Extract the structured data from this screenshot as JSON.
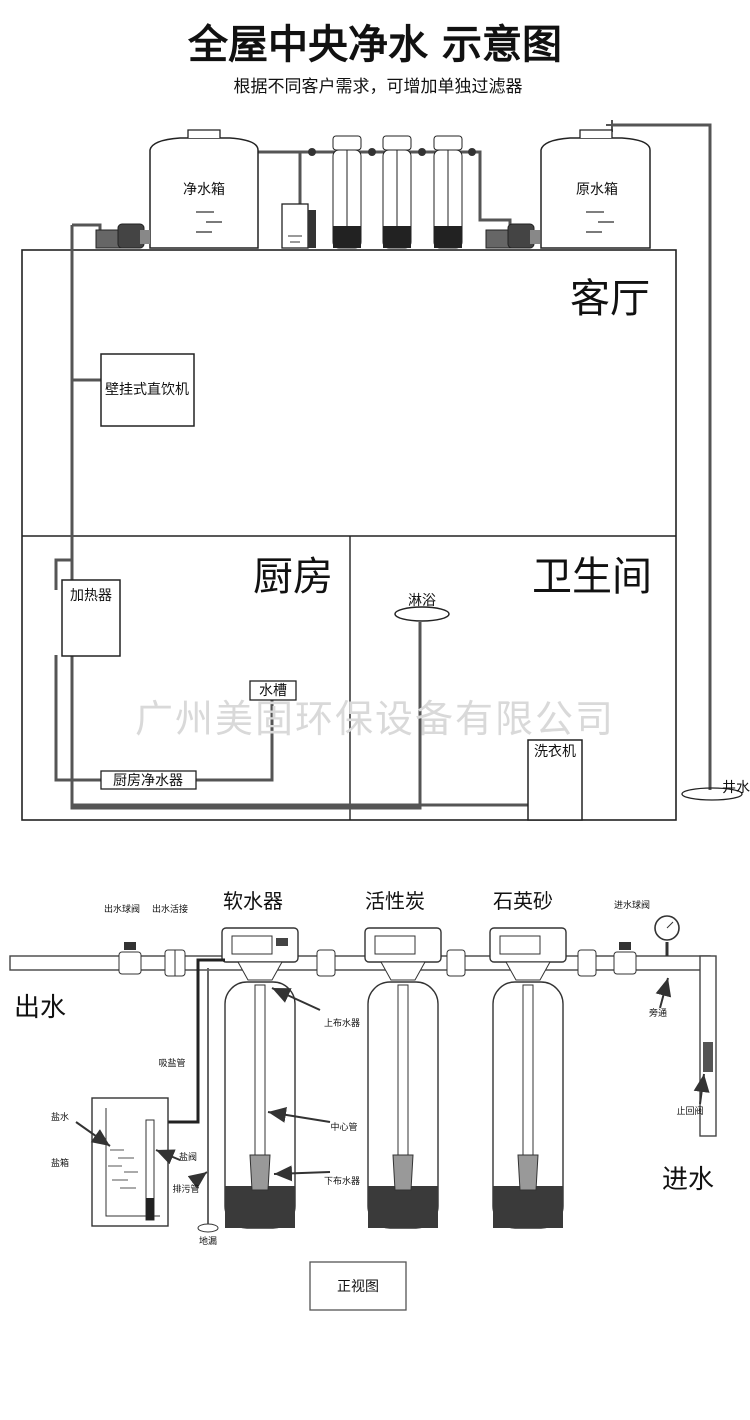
{
  "title": "全屋中央净水 示意图",
  "subtitle": "根据不同客户需求，可增加单独过滤器",
  "rooms": {
    "living": "客厅",
    "kitchen": "厨房",
    "bathroom": "卫生间"
  },
  "top": {
    "clean_tank": "净水箱",
    "raw_tank": "原水箱",
    "wall_dispenser": "壁挂式直饮机",
    "heater": "加热器",
    "sink": "水槽",
    "kitchen_purifier": "厨房净水器",
    "shower": "淋浴",
    "washer": "洗衣机",
    "well_water": "井水"
  },
  "watermark": "广州美固环保设备有限公司",
  "front": {
    "softener": "软水器",
    "carbon": "活性炭",
    "quartz": "石英砂",
    "outlet_valve": "出水球阀",
    "outlet_union": "出水活接",
    "inlet_valve": "进水球阀",
    "water_out": "出水",
    "water_in": "进水",
    "upper_distributor": "上布水器",
    "center_tube": "中心管",
    "lower_distributor": "下布水器",
    "brine_suction": "吸盐管",
    "brine_water": "盐水",
    "brine_tank": "盐箱",
    "brine_valve": "盐阀",
    "drain_pipe": "排污管",
    "floor_drain": "地漏",
    "bypass": "旁通",
    "check_valve": "止回阀",
    "view_label": "正视图"
  }
}
